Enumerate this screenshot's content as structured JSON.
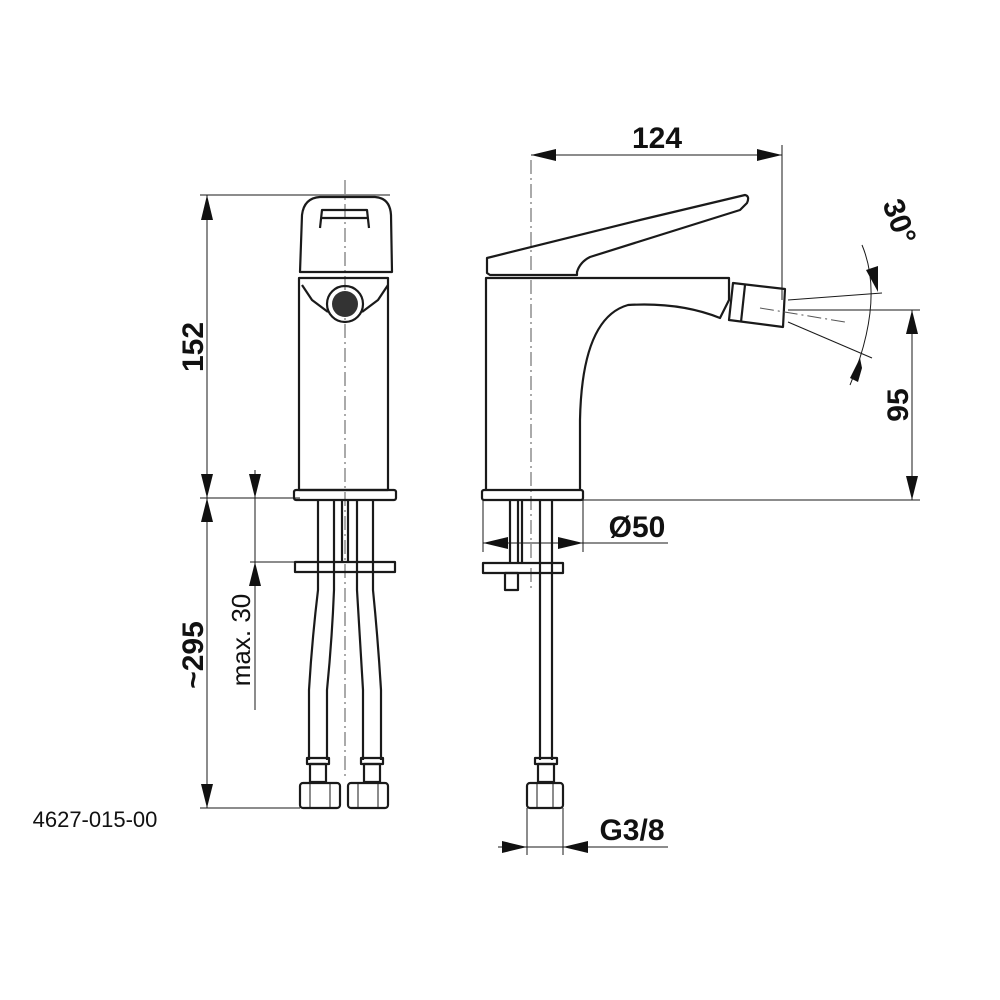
{
  "drawing": {
    "part_number": "4627-015-00",
    "dimensions": {
      "total_height": "152",
      "pipe_length": "~295",
      "max_deck": "max. 30",
      "reach": "124",
      "spout_height": "95",
      "spray_angle": "30°",
      "base_diameter": "Ø50",
      "connection": "G3/8"
    }
  }
}
